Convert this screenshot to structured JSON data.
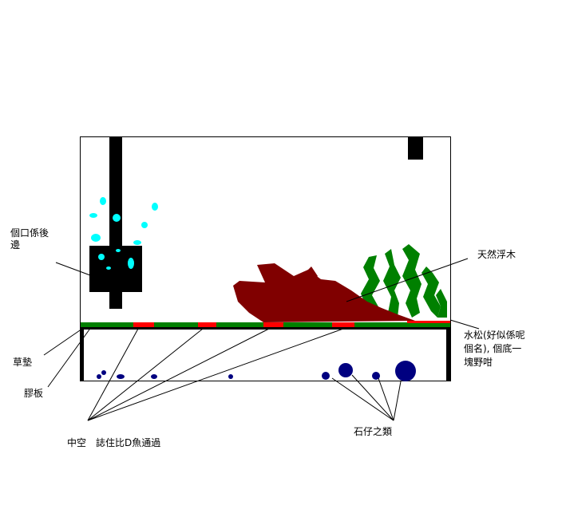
{
  "labels": {
    "back_opening": [
      "個口係後",
      "邊"
    ],
    "driftwood": "天然浮木",
    "grass_mat": "草墊",
    "plastic_board": "膠板",
    "hollow": "中空　誌住比D魚通過",
    "stones": "石仔之類",
    "moss": [
      "水松(好似係呢",
      "個名), 個底一",
      "塊野咁"
    ]
  },
  "colors": {
    "outline": "#000000",
    "grass": "#008000",
    "gap": "#ff0000",
    "wood": "#800000",
    "plant": "#008000",
    "bubble": "#00ffff",
    "stone": "#000080"
  }
}
